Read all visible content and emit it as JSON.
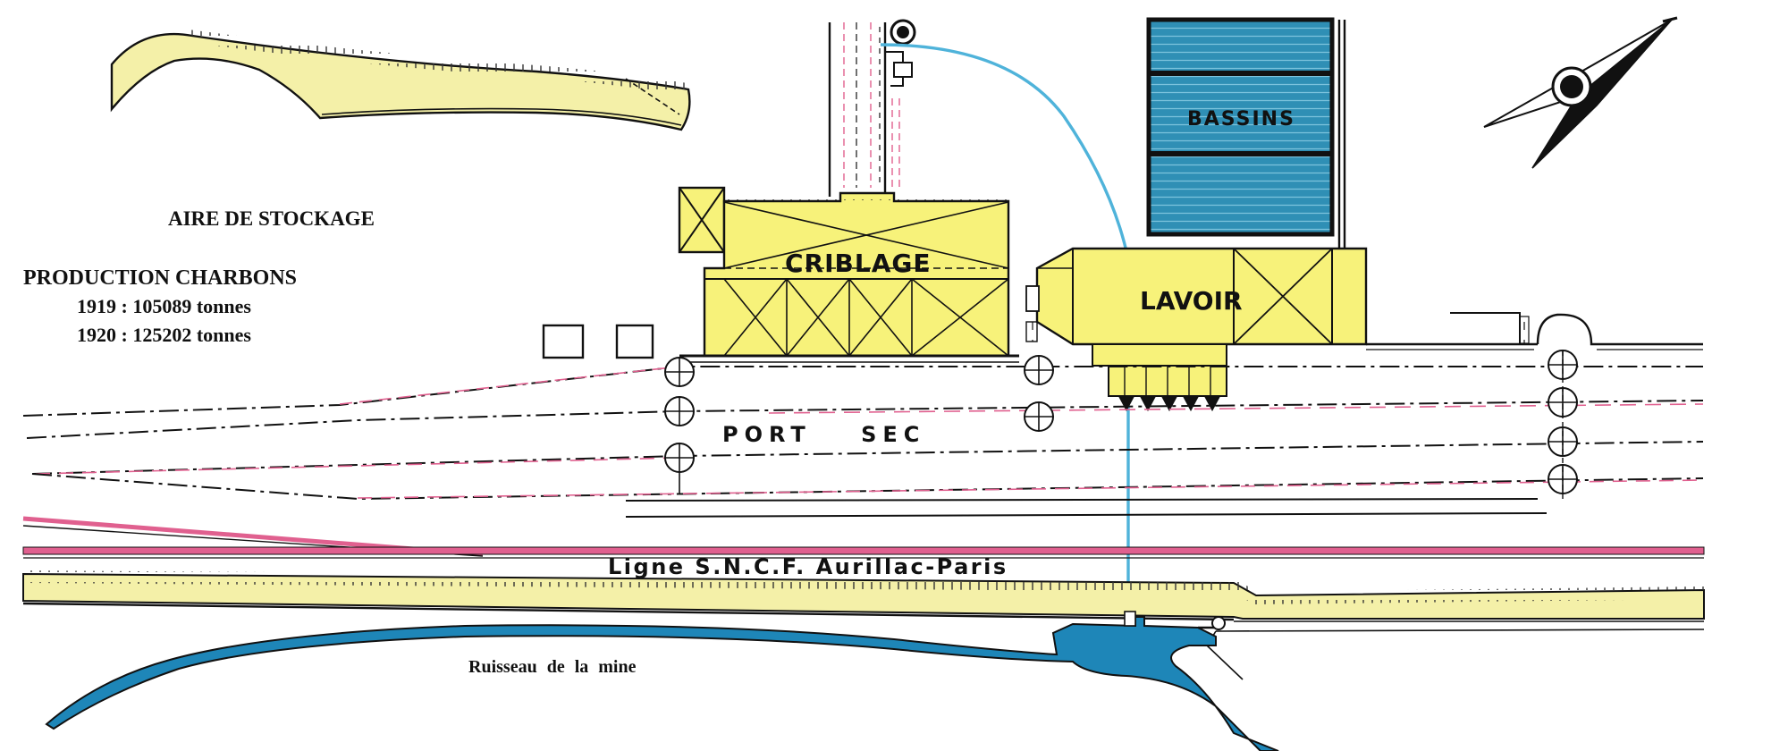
{
  "labels": {
    "storage_area": "AIRE DE STOCKAGE",
    "production_title": "PRODUCTION CHARBONS",
    "production_1919": "1919 : 105089 tonnes",
    "production_1920": "1920 : 125202 tonnes",
    "screening": "CRIBLAGE",
    "washery": "LAVOIR",
    "basins": "BASSINS",
    "dry_port": "PORT SEC",
    "railway_line": "Ligne S.N.C.F. Aurillac-Paris",
    "stream": "Ruisseau de la mine"
  },
  "colors": {
    "building_yellow": "#f7f27a",
    "embankment_yellow": "#f4f0a8",
    "water_blue": "#1e86b8",
    "basin_blue": "#2f8fb5",
    "pipe_cyan": "#4fb3da",
    "rail_pink": "#e0608f",
    "ink": "#111111"
  },
  "icons": [
    "compass-rose-icon",
    "turntable-icon",
    "ventilation-shaft-icon"
  ]
}
